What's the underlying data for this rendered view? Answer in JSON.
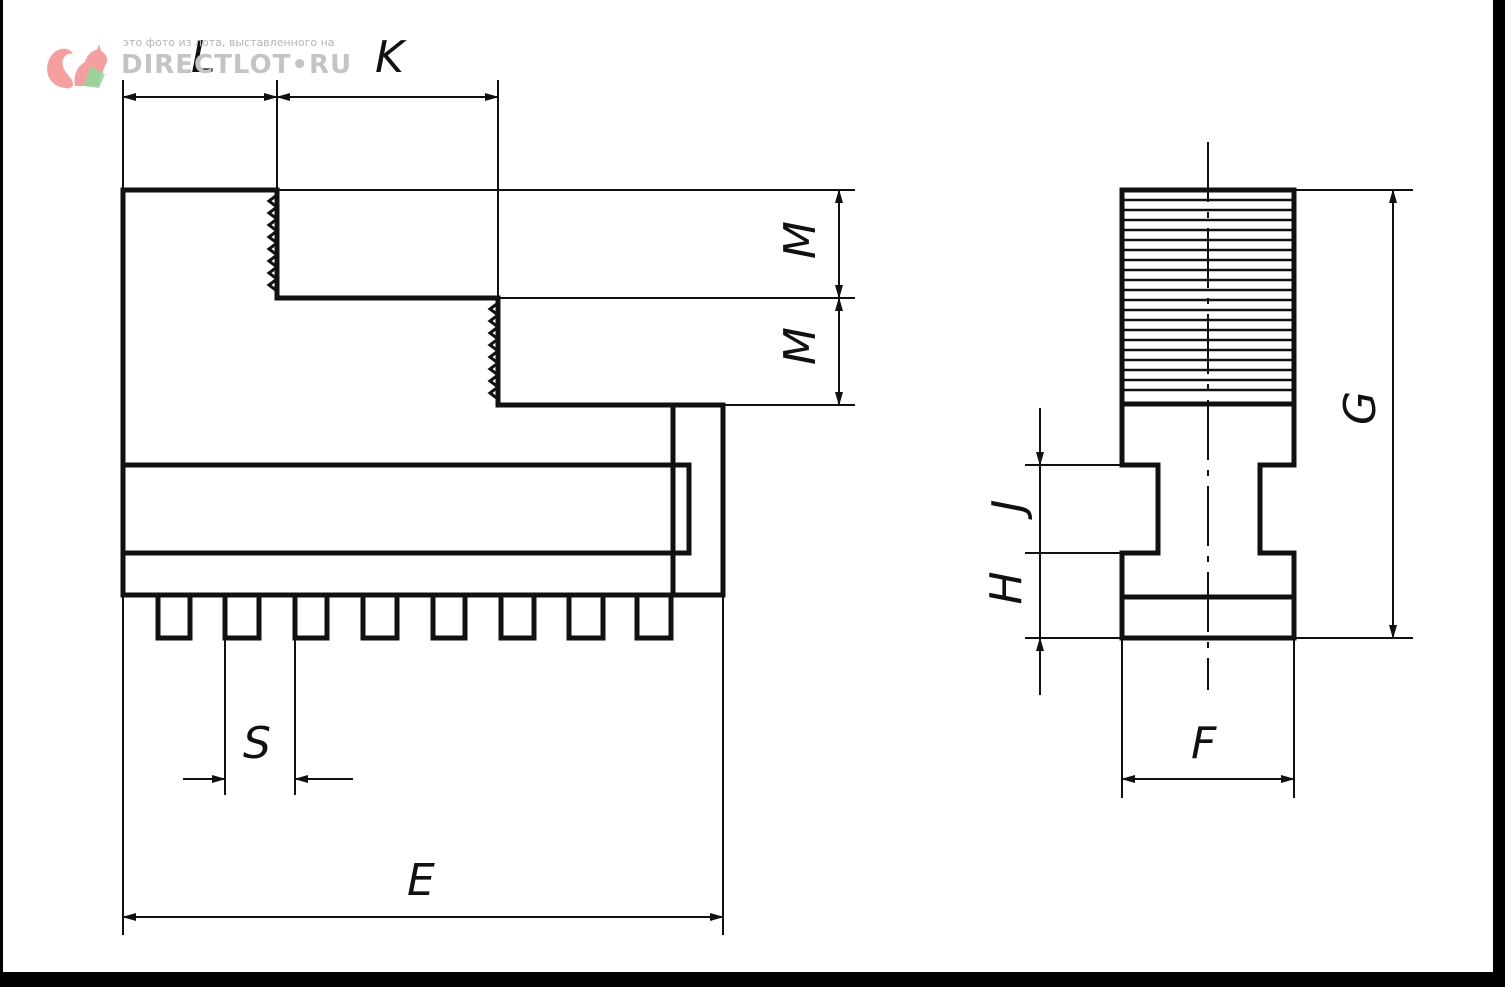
{
  "watermark": {
    "caption": "это фото из лота, выставленного на",
    "brand": "DIRECTLOT•RU",
    "logo_icon": "squirrel-logo-icon",
    "colors": {
      "logo_red": "#f08080",
      "logo_green": "#8fd89a",
      "text": "#c4c4c4"
    }
  },
  "diagram": {
    "labels": {
      "L": "L",
      "K": "K",
      "M_top": "M",
      "M_bottom": "M",
      "S": "S",
      "E": "E",
      "G": "G",
      "J": "J",
      "H": "H",
      "F": "F"
    },
    "colors": {
      "line": "#111111",
      "background": "#ffffff",
      "frame": "#000000"
    }
  }
}
